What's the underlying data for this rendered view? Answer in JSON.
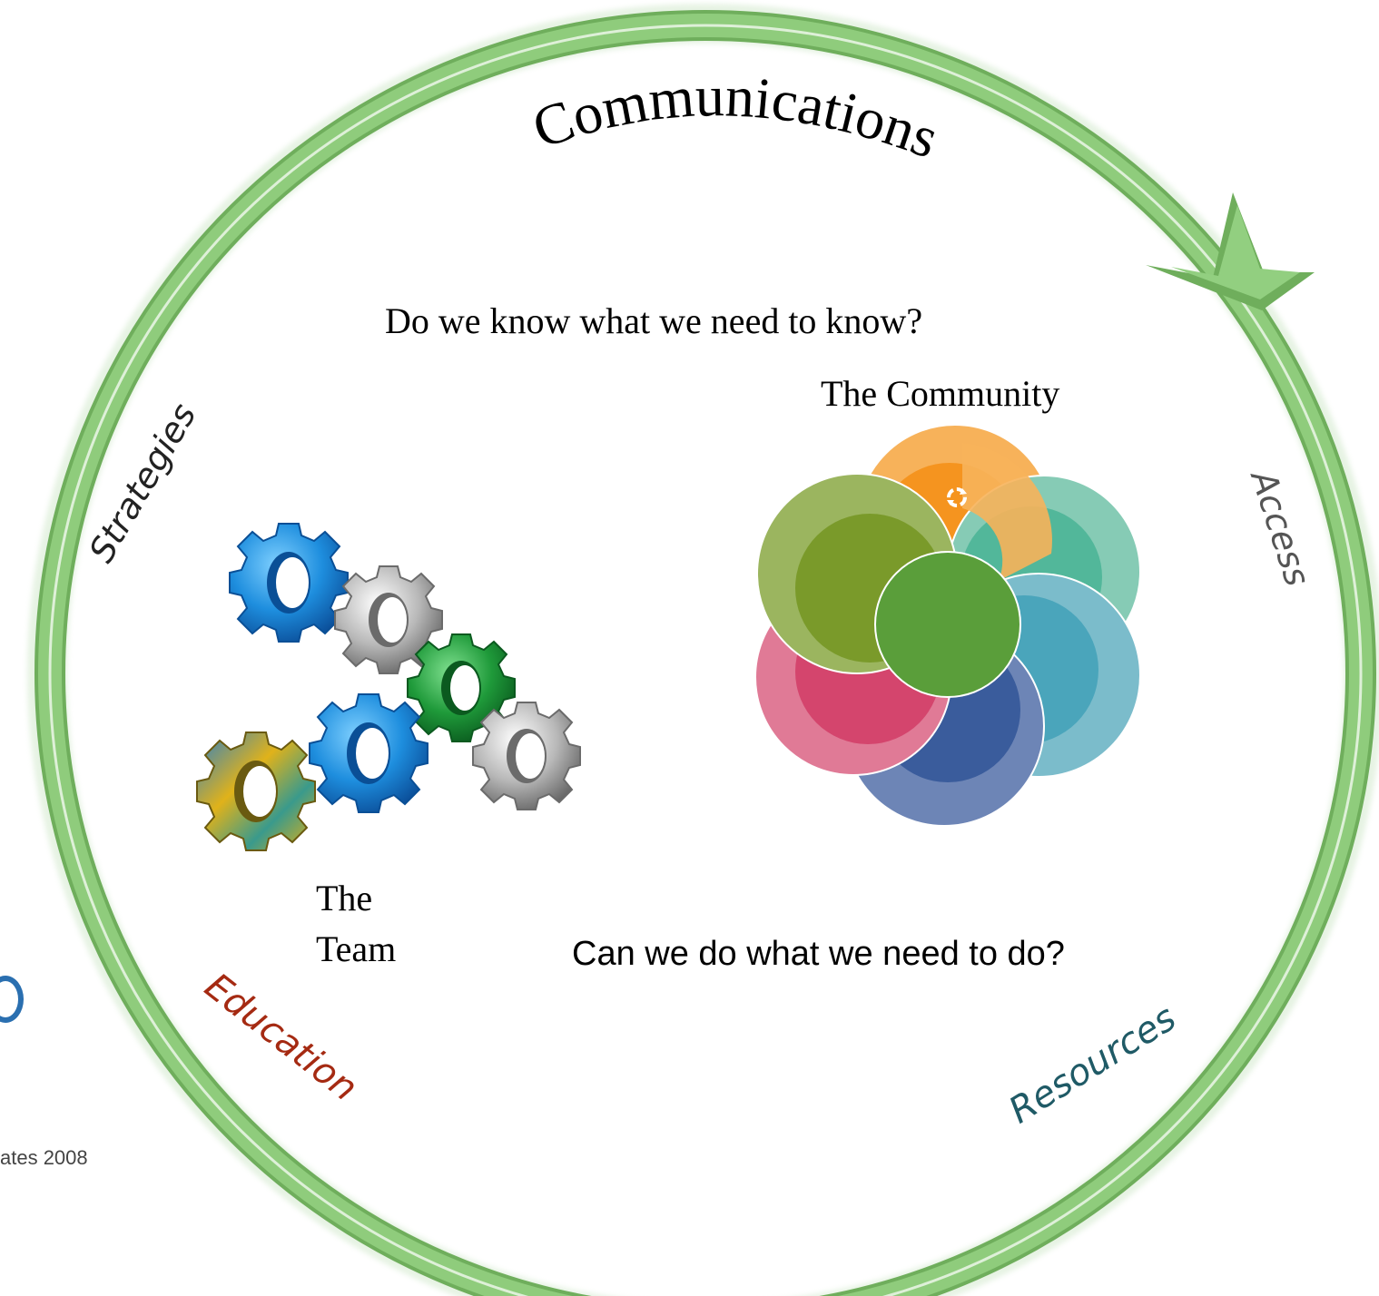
{
  "cycle": {
    "title": "Communications",
    "labels": {
      "strategies": "Strategies",
      "access": "Access",
      "education": "Education",
      "resources": "Resources"
    }
  },
  "questions": {
    "know": "Do we know what we need to know?",
    "do": "Can we do what we need to do?"
  },
  "team": {
    "line1": "The",
    "line2": "Team"
  },
  "community": {
    "label": "The Community"
  },
  "footer": {
    "copyright_fragment": "ates 2008"
  },
  "colors": {
    "ring": "#8cc978",
    "ring_edge": "#6fae5c",
    "education": "#a52a12",
    "resources": "#1f5a66",
    "strategies": "#222222",
    "access": "#555555",
    "gear_blue": "#1e8ede",
    "gear_gray": "#9a9a9a",
    "gear_green": "#1f9a3a",
    "gear_gold": "#e0b21a",
    "petal_orange": "#f6a33d",
    "petal_teal": "#4eb59a",
    "petal_cyan": "#4aa8bd",
    "petal_navy": "#3a5c9c",
    "petal_pink": "#d94a72",
    "petal_olive": "#86a843",
    "center_green": "#5a9e3a"
  },
  "icons": [
    "recycle-icon",
    "gear-icon"
  ]
}
